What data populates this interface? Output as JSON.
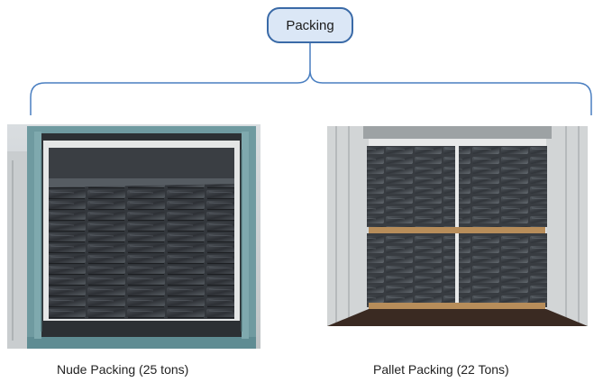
{
  "diagram": {
    "root_label": "Packing",
    "branches": [
      {
        "label": "Nude Packing (25 tons)",
        "photo": "container-loaded-with-stacked-black-bales"
      },
      {
        "label": "Pallet Packing (22 Tons)",
        "photo": "container-loaded-with-palletized-black-bales"
      }
    ]
  },
  "colors": {
    "node_fill": "#dbe7f6",
    "node_border": "#3a6aa7",
    "bracket": "#4a7fc1"
  }
}
